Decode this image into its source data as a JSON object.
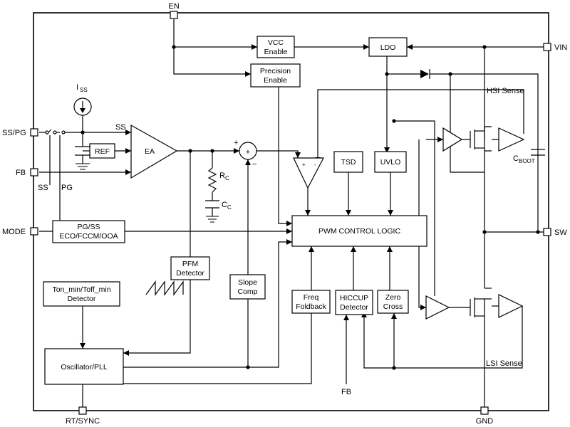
{
  "pins": {
    "en": "EN",
    "vin": "VIN",
    "ss_pg": "SS/PG",
    "fb_left": "FB",
    "mode": "MODE",
    "sw": "SW",
    "rt_sync": "RT/SYNC",
    "gnd": "GND",
    "fb_bottom": "FB"
  },
  "blocks": {
    "vcc_enable": [
      "VCC",
      "Enable"
    ],
    "ldo": "LDO",
    "precision_enable": [
      "Precision",
      "Enable"
    ],
    "ref": "REF",
    "ea": "EA",
    "tsd": "TSD",
    "uvlo": "UVLO",
    "pwm_logic": "PWM CONTROL LOGIC",
    "pg_ss": [
      "PG/SS",
      "ECO/FCCM/OOA"
    ],
    "pfm_detector": [
      "PFM",
      "Detector"
    ],
    "slope_comp": [
      "Slope",
      "Comp"
    ],
    "freq_foldback": [
      "Freq",
      "Foldback"
    ],
    "hiccup_detector": [
      "HICCUP",
      "Detector"
    ],
    "zero_cross": [
      "Zero",
      "Cross"
    ],
    "ton_toff": [
      "Ton_min/Toff_min",
      "Detector"
    ],
    "osc_pll": "Oscillator/PLL"
  },
  "labels": {
    "iss_main": "I",
    "iss_sub": "SS",
    "ss_net": "SS",
    "ss_switch": "SS",
    "pg_switch": "PG",
    "rc_main": "R",
    "rc_sub": "C",
    "cc_main": "C",
    "cc_sub": "C",
    "cboot_main": "C",
    "cboot_sub": "BOOT",
    "hsi_sense": "HSI Sense",
    "lsi_sense": "LSI Sense",
    "sum_plus": "+",
    "sum_minus": "−",
    "sum_symbol": "+",
    "comp_plus": "+",
    "comp_minus": "-"
  }
}
